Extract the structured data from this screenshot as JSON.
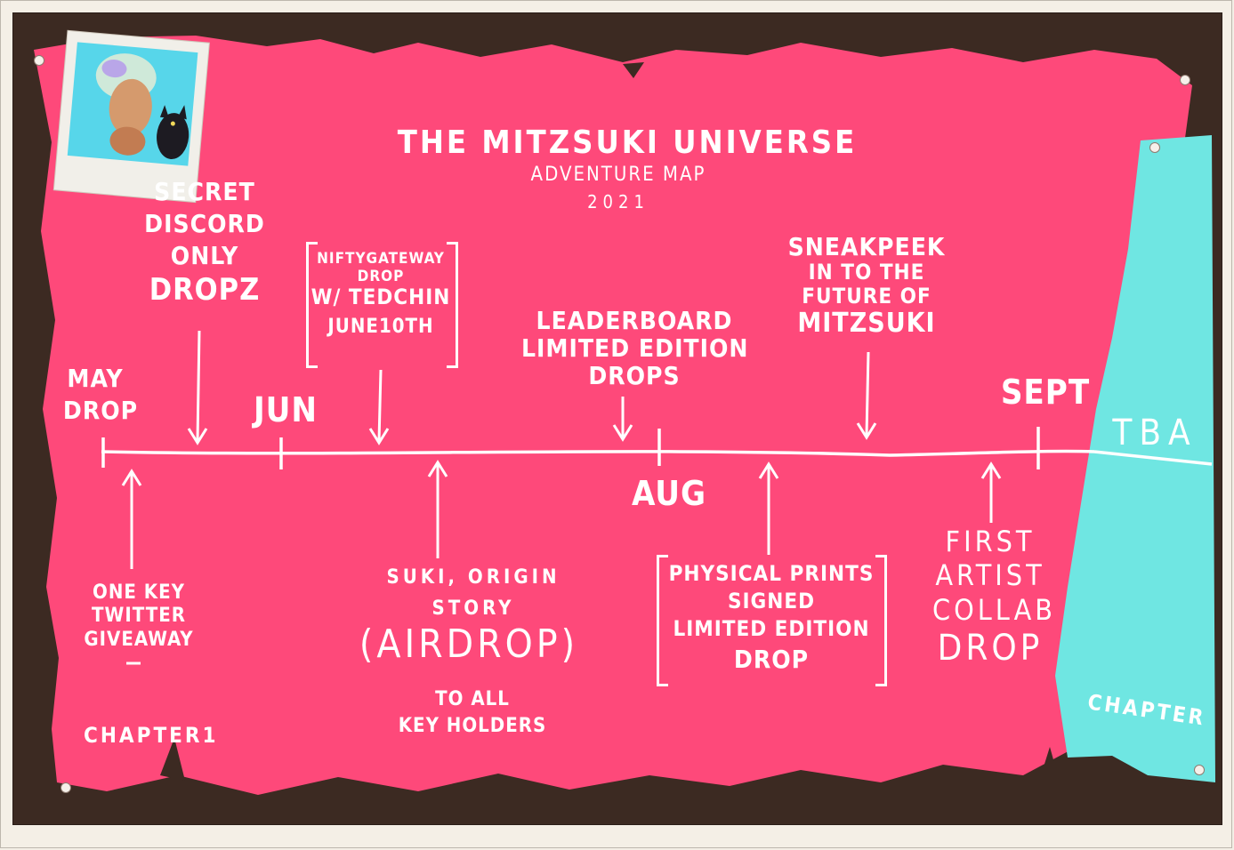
{
  "title": "THE MITZSUKI UNIVERSE",
  "subtitle": "ADVENTURE MAP",
  "year": "2021",
  "months": {
    "may": "MAY",
    "may_drop": "DROP",
    "jun": "JUN",
    "aug": "AUG",
    "sept": "SEPT",
    "tba": "TBA"
  },
  "events_above": {
    "secret_discord": [
      "SECRET",
      "DISCORD",
      "ONLY",
      "DROPZ"
    ],
    "niftygateway": [
      "NIFTYGATEWAY",
      "DROP",
      "W/ TEDCHIN",
      "JUNE10TH"
    ],
    "leaderboard": [
      "LEADERBOARD",
      "LIMITED EDITION",
      "DROPS"
    ],
    "sneakpeek": [
      "SNEAKPEEK",
      "IN TO THE",
      "FUTURE OF",
      "MITZSUKI"
    ]
  },
  "events_below": {
    "one_key": [
      "ONE KEY",
      "TWITTER",
      "GIVEAWAY"
    ],
    "suki_origin": [
      "SUKI, ORIGIN",
      "STORY"
    ],
    "airdrop": "(AIRDROP)",
    "airdrop_sub": [
      "TO ALL",
      "KEY HOLDERS"
    ],
    "physical_prints": [
      "PHYSICAL PRINTS",
      "SIGNED",
      "LIMITED EDITION",
      "DROP"
    ],
    "first_artist": [
      "FIRST",
      "ARTIST",
      "COLLAB",
      "DROP"
    ]
  },
  "chapters": {
    "chapter1": "CHAPTER1",
    "chapter2": "CHAPTER"
  },
  "colors": {
    "pink": "#fe497a",
    "teal": "#6fe6e2",
    "board": "#3c2a22",
    "ink": "#ffffff"
  },
  "icons": {
    "polaroid": "polaroid-photo",
    "arrow_down": "arrow-down-icon",
    "arrow_up": "arrow-up-icon"
  }
}
